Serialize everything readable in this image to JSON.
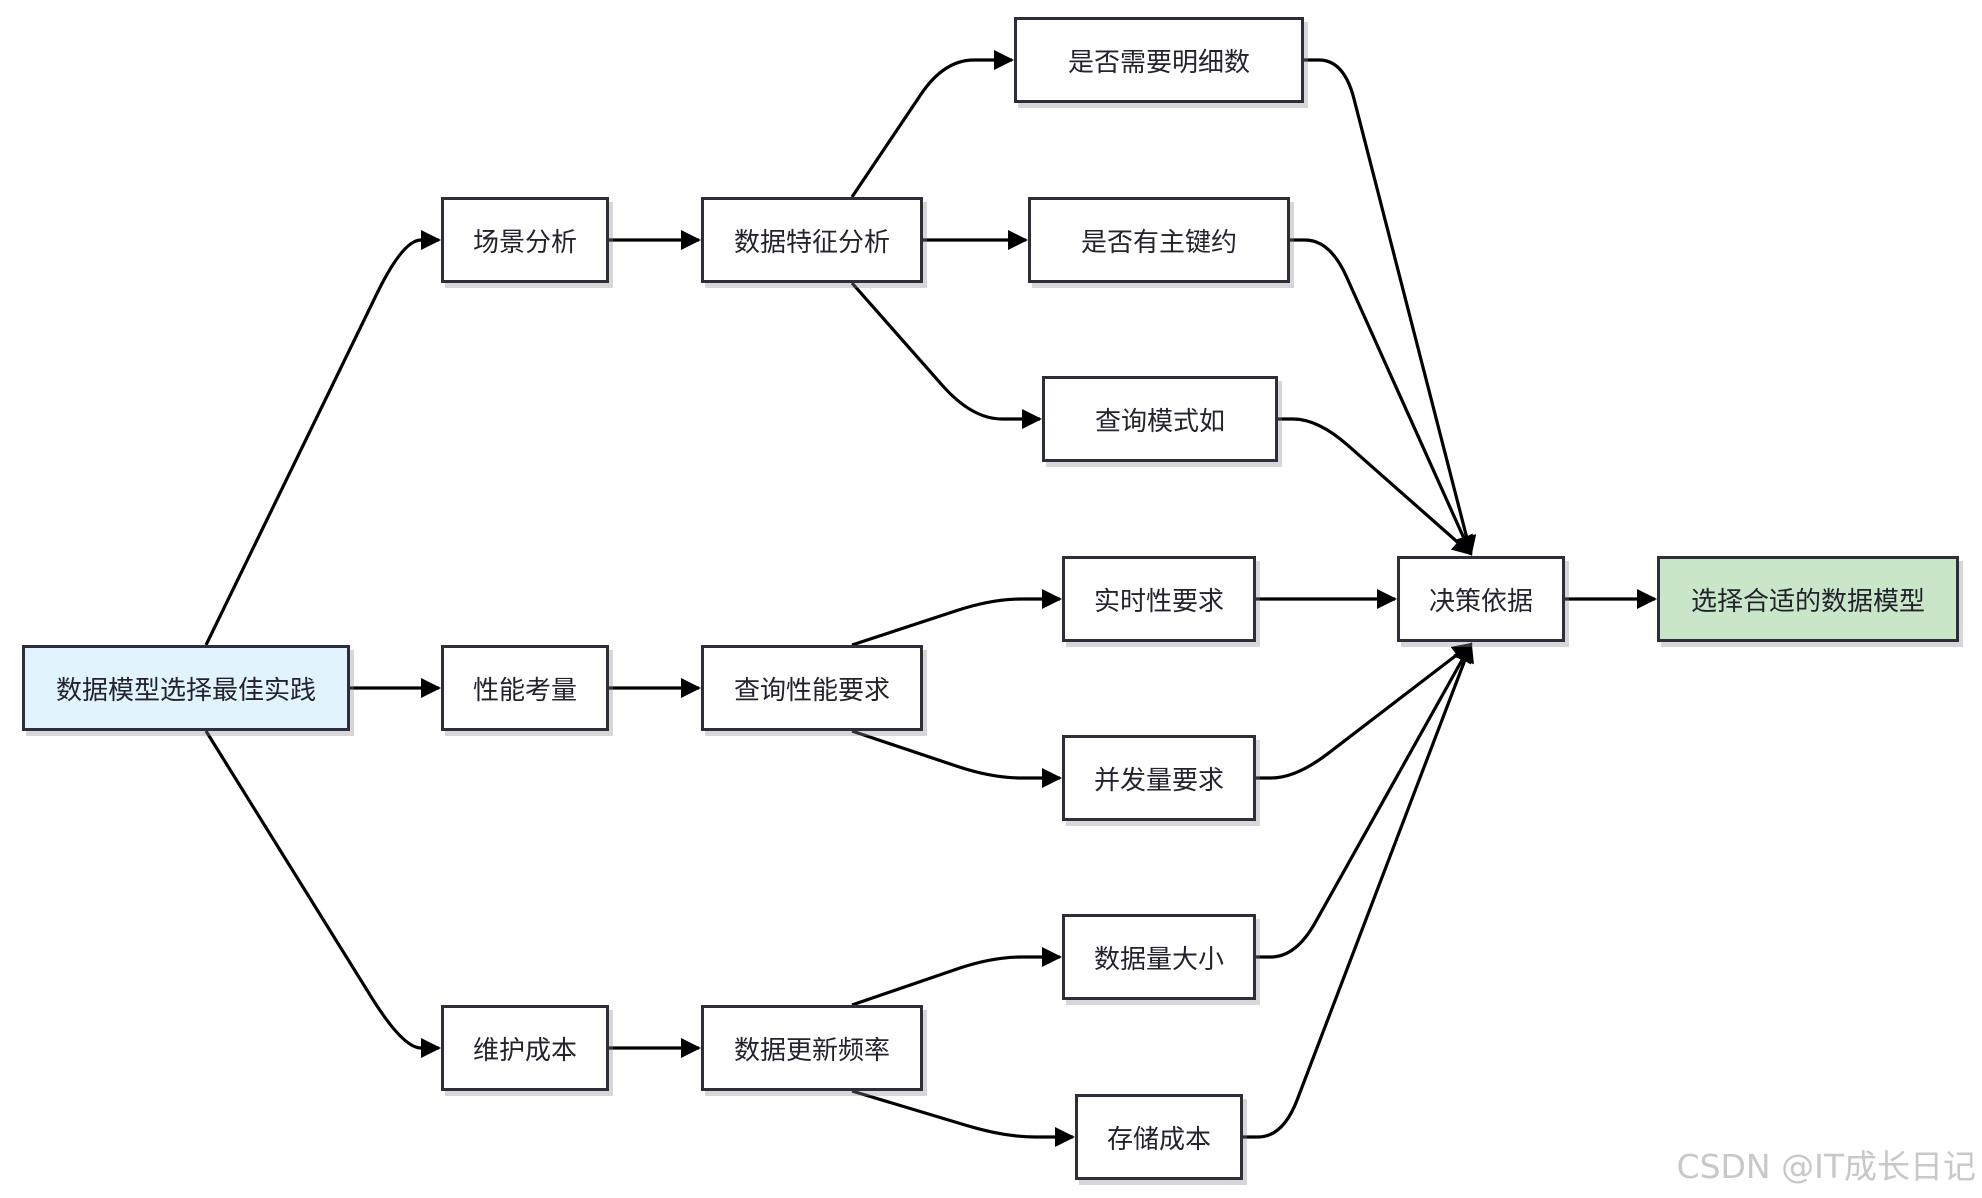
{
  "nodes": {
    "root": "数据模型选择最佳实践",
    "scenario": "场景分析",
    "performance": "性能考量",
    "maintenance": "维护成本",
    "data_features": "数据特征分析",
    "query_performance": "查询性能要求",
    "update_frequency": "数据更新频率",
    "need_detail": "是否需要明细数",
    "has_pk": "是否有主键约",
    "query_pattern": "查询模式如",
    "realtime": "实时性要求",
    "concurrency": "并发量要求",
    "data_volume": "数据量大小",
    "storage_cost": "存储成本",
    "decision": "决策依据",
    "result": "选择合适的数据模型"
  },
  "edges": [
    [
      "root",
      "scenario"
    ],
    [
      "root",
      "performance"
    ],
    [
      "root",
      "maintenance"
    ],
    [
      "scenario",
      "data_features"
    ],
    [
      "performance",
      "query_performance"
    ],
    [
      "maintenance",
      "update_frequency"
    ],
    [
      "data_features",
      "need_detail"
    ],
    [
      "data_features",
      "has_pk"
    ],
    [
      "data_features",
      "query_pattern"
    ],
    [
      "query_performance",
      "realtime"
    ],
    [
      "query_performance",
      "concurrency"
    ],
    [
      "update_frequency",
      "data_volume"
    ],
    [
      "update_frequency",
      "storage_cost"
    ],
    [
      "need_detail",
      "decision"
    ],
    [
      "has_pk",
      "decision"
    ],
    [
      "query_pattern",
      "decision"
    ],
    [
      "realtime",
      "decision"
    ],
    [
      "concurrency",
      "decision"
    ],
    [
      "data_volume",
      "decision"
    ],
    [
      "storage_cost",
      "decision"
    ],
    [
      "decision",
      "result"
    ]
  ],
  "colors": {
    "root_fill": "#e1f3fd",
    "result_fill": "#c9e6c9",
    "node_fill": "#ffffff",
    "border": "#2e2e3a",
    "edge": "#000000"
  },
  "watermark": "CSDN @IT成长日记"
}
